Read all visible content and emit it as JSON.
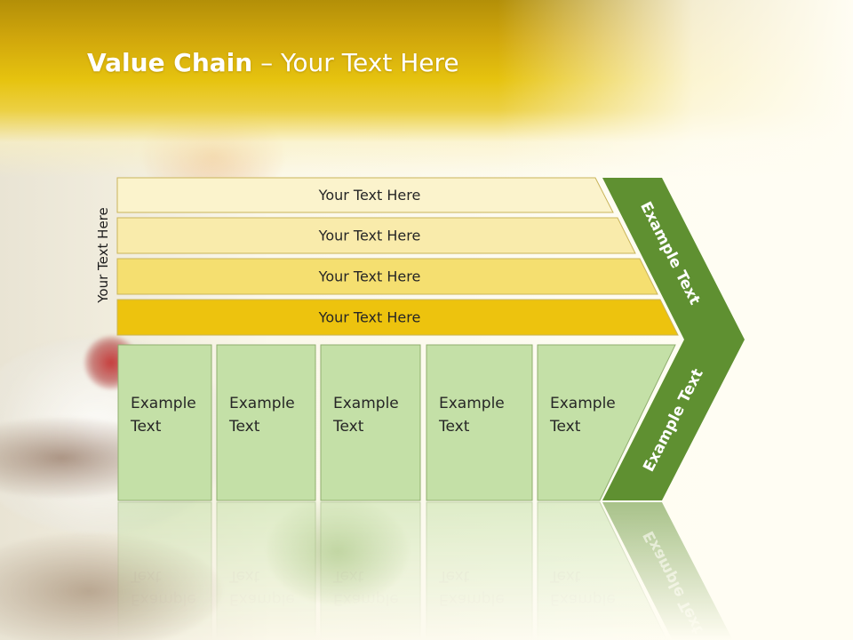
{
  "slide": {
    "title_bold": "Value Chain",
    "title_rest": " – Your Text Here",
    "side_label": "Your Text Here"
  },
  "bands": [
    {
      "label": "Your Text Here",
      "color": "#fbf3cc"
    },
    {
      "label": "Your Text Here",
      "color": "#f9ebab"
    },
    {
      "label": "Your Text Here",
      "color": "#f5df70"
    },
    {
      "label": "Your Text Here",
      "color": "#edc30e"
    }
  ],
  "boxes": [
    {
      "line1": "Example",
      "line2": "Text"
    },
    {
      "line1": "Example",
      "line2": "Text"
    },
    {
      "line1": "Example",
      "line2": "Text"
    },
    {
      "line1": "Example",
      "line2": "Text"
    },
    {
      "line1": "Example",
      "line2": "Text"
    }
  ],
  "arrow": {
    "upper_label": "Example Text",
    "lower_label": "Example Text",
    "color": "#5f9031"
  },
  "colors": {
    "box_fill": "#c4e0a7",
    "box_stroke": "#8fae6e",
    "header_gold": "#e6c30f"
  }
}
